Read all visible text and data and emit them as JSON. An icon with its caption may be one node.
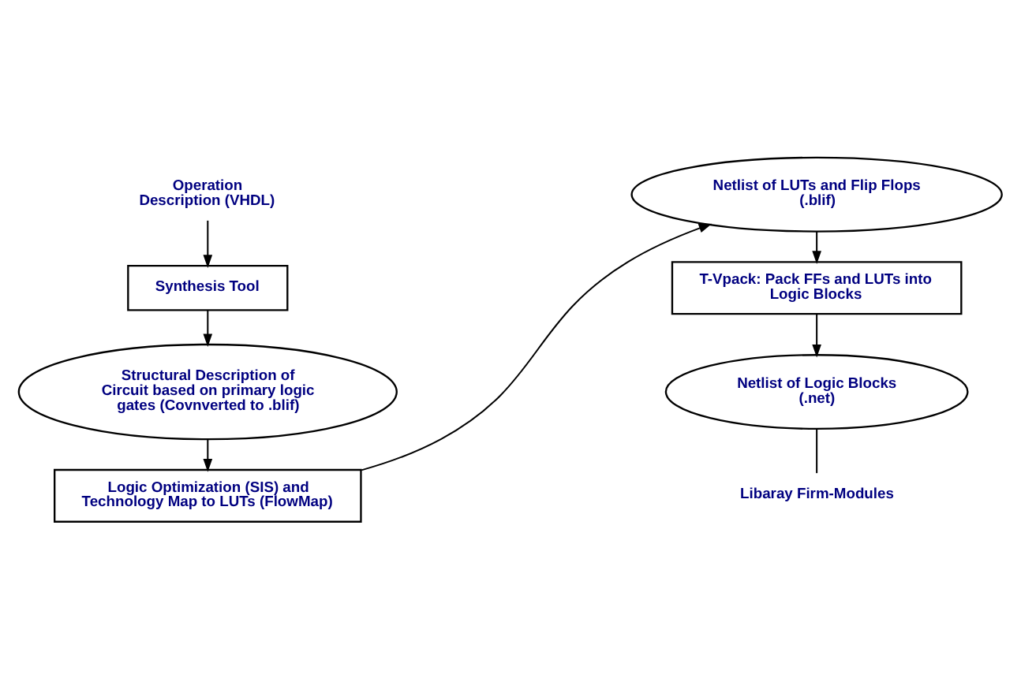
{
  "diagram": {
    "nodes": [
      {
        "text": [
          "Operation Description (VHDL)"
        ]
      },
      {
        "text": [
          "Synthesis Tool"
        ]
      },
      {
        "text": [
          "Structural Description of Circuit based on primary logic gates (Covnverted to .blif)"
        ]
      },
      {
        "text": [
          "Logic Optimization (SIS) and Technology Map to LUTs (FlowMap)"
        ]
      },
      {
        "text": [
          "Netlist of LUTs and Flip Flops (.blif)"
        ]
      },
      {
        "text": [
          "T-Vpack: Pack FFs and LUTs into Logic Blocks"
        ]
      },
      {
        "text": [
          "Netlist of Logic Blocks (.net)"
        ]
      },
      {
        "text": [
          "Libaray Firm-Modules"
        ]
      }
    ],
    "edges": [
      {
        "from": 0,
        "to": 1,
        "arrow": "to"
      },
      {
        "from": 1,
        "to": 2,
        "arrow": "to"
      },
      {
        "from": 2,
        "to": 3,
        "arrow": "to"
      },
      {
        "from": 3,
        "to": 4,
        "arrow": "to"
      },
      {
        "from": 4,
        "to": 5,
        "arrow": "to"
      },
      {
        "from": 5,
        "to": 6,
        "arrow": "to"
      },
      {
        "from": 6,
        "to": 7,
        "arrow": "none"
      }
    ]
  }
}
